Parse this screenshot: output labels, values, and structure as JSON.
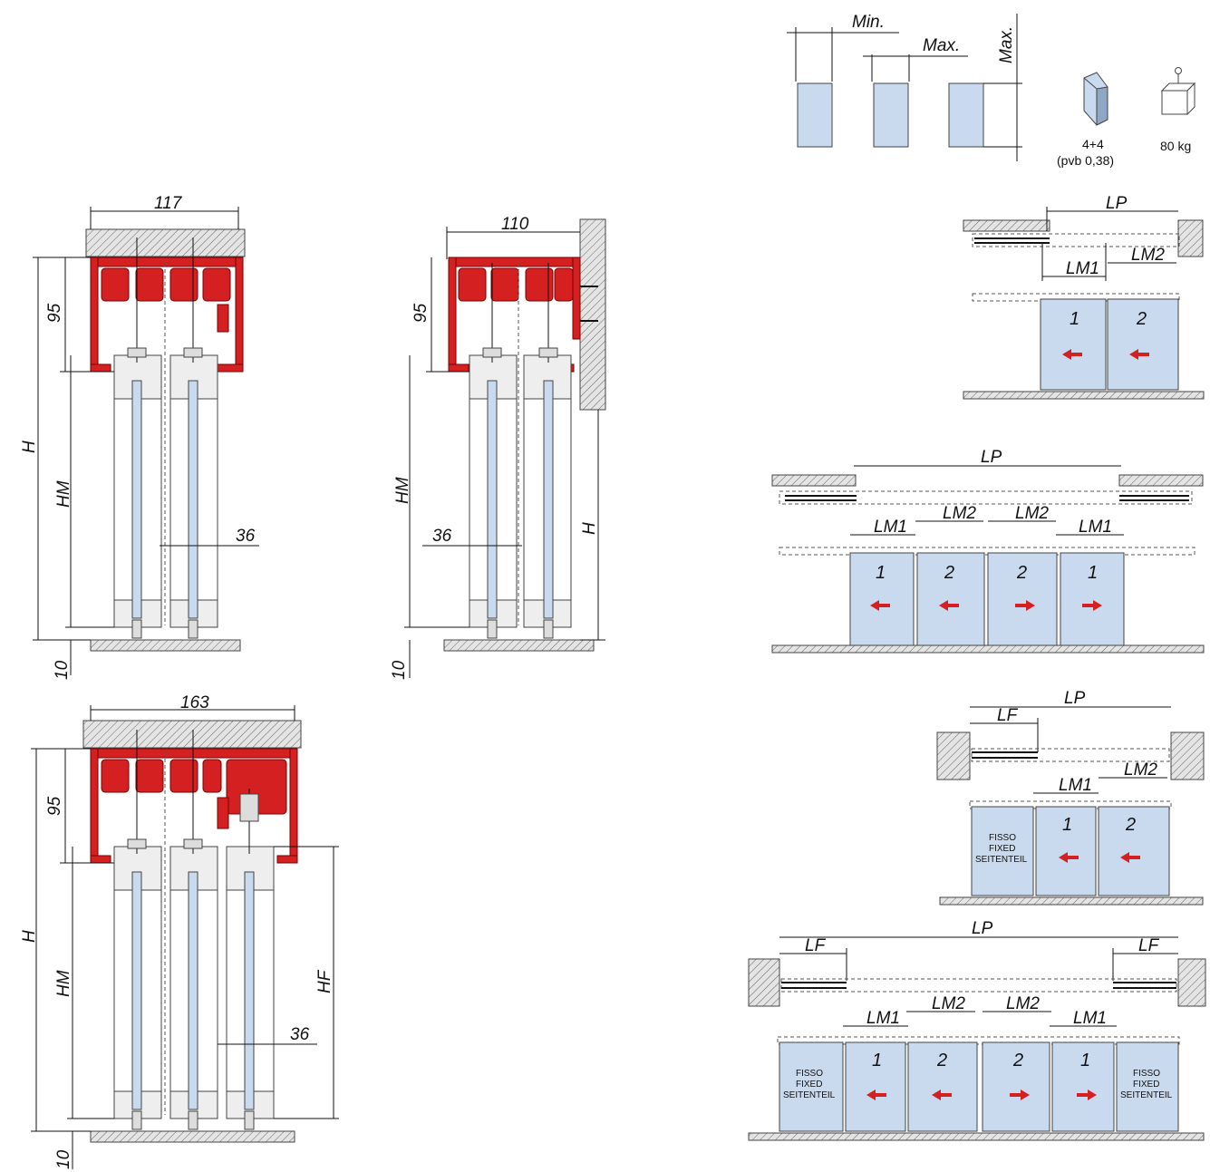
{
  "specs": {
    "min_label": "Min.",
    "max_width_label": "Max.",
    "max_height_label": "Max.",
    "glass_label_line1": "4+4",
    "glass_label_line2": "(pvb 0,38)",
    "weight_label": "80 kg"
  },
  "section_two_track": {
    "width": "117",
    "profile_height": "95",
    "height": "H",
    "door_height": "HM",
    "panel_gap": "36",
    "floor_gap": "10"
  },
  "section_wall": {
    "width": "110",
    "profile_height": "95",
    "height": "H",
    "door_height": "HM",
    "panel_gap": "36",
    "floor_gap": "10"
  },
  "section_three_track": {
    "width": "163",
    "profile_height": "95",
    "height": "H",
    "door_height": "HM",
    "fixed_height": "HF",
    "panel_gap": "36",
    "floor_gap": "10"
  },
  "config1": {
    "lp": "LP",
    "lm1": "LM1",
    "lm2": "LM2",
    "doors": [
      "1",
      "2"
    ]
  },
  "config2": {
    "lp": "LP",
    "lm1_left": "LM1",
    "lm2_left": "LM2",
    "lm2_right": "LM2",
    "lm1_right": "LM1",
    "doors": [
      "1",
      "2",
      "2",
      "1"
    ]
  },
  "config3": {
    "lp": "LP",
    "lf": "LF",
    "lm1": "LM1",
    "lm2": "LM2",
    "fixed": [
      "FISSO",
      "FIXED",
      "SEITENTEIL"
    ],
    "doors": [
      "1",
      "2"
    ]
  },
  "config4": {
    "lp": "LP",
    "lf_left": "LF",
    "lf_right": "LF",
    "lm1_left": "LM1",
    "lm2_left": "LM2",
    "lm2_right": "LM2",
    "lm1_right": "LM1",
    "fixed": [
      "FISSO",
      "FIXED",
      "SEITENTEIL"
    ],
    "doors": [
      "1",
      "2",
      "2",
      "1"
    ]
  }
}
